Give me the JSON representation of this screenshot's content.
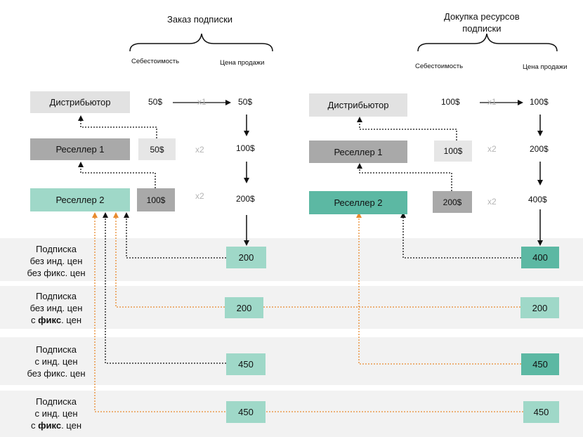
{
  "colors": {
    "distributor": "#e2e2e2",
    "reseller1": "#a9a9a9",
    "reseller2_left": "#9fd8c8",
    "reseller2_right": "#5cb8a3",
    "price_box_light": "#9fd8c8",
    "price_box_dark": "#5cb8a3",
    "cost_light": "#e6e6e6",
    "cost_dark": "#a9a9a9",
    "band": "#f2f2f2",
    "orange_dotted": "#e88a2e",
    "black_dotted": "#111111"
  },
  "left": {
    "title": "Заказ подписки",
    "cost_header": "Себестоимость",
    "price_header": "Цена продажи",
    "distributor": "Дистрибьютор",
    "reseller1": "Реселлер 1",
    "reseller2": "Реселлер 2",
    "dist_cost": "50$",
    "r1_cost": "50$",
    "r2_cost": "100$",
    "mult1": "x1",
    "mult2": "x2",
    "mult3": "x2",
    "price1": "50$",
    "price2": "100$",
    "price3": "200$",
    "row_prices": [
      "200",
      "200",
      "450",
      "450"
    ]
  },
  "right": {
    "title_line1": "Докупка ресурсов",
    "title_line2": "подписки",
    "cost_header": "Себестоимость",
    "price_header": "Цена продажи",
    "distributor": "Дистрибьютор",
    "reseller1": "Реселлер 1",
    "reseller2": "Реселлер 2",
    "dist_cost": "100$",
    "r1_cost": "100$",
    "r2_cost": "200$",
    "mult1": "x1",
    "mult2": "x2",
    "mult3": "x2",
    "price1": "100$",
    "price2": "200$",
    "price3": "400$",
    "row_prices": [
      "400",
      "200",
      "450",
      "450"
    ]
  },
  "rows": [
    {
      "l1": "Подписка",
      "l2": "без инд. цен",
      "l3a": "без фикс. цен",
      "l3b": "",
      "l3c": ""
    },
    {
      "l1": "Подписка",
      "l2": "без инд. цен",
      "l3a": "с ",
      "l3b": "фикс",
      "l3c": ". цен"
    },
    {
      "l1": "Подписка",
      "l2": "с инд. цен",
      "l3a": "без фикс. цен",
      "l3b": "",
      "l3c": ""
    },
    {
      "l1": "Подписка",
      "l2": "с инд. цен",
      "l3a": "с ",
      "l3b": "фикс",
      "l3c": ". цен"
    }
  ]
}
